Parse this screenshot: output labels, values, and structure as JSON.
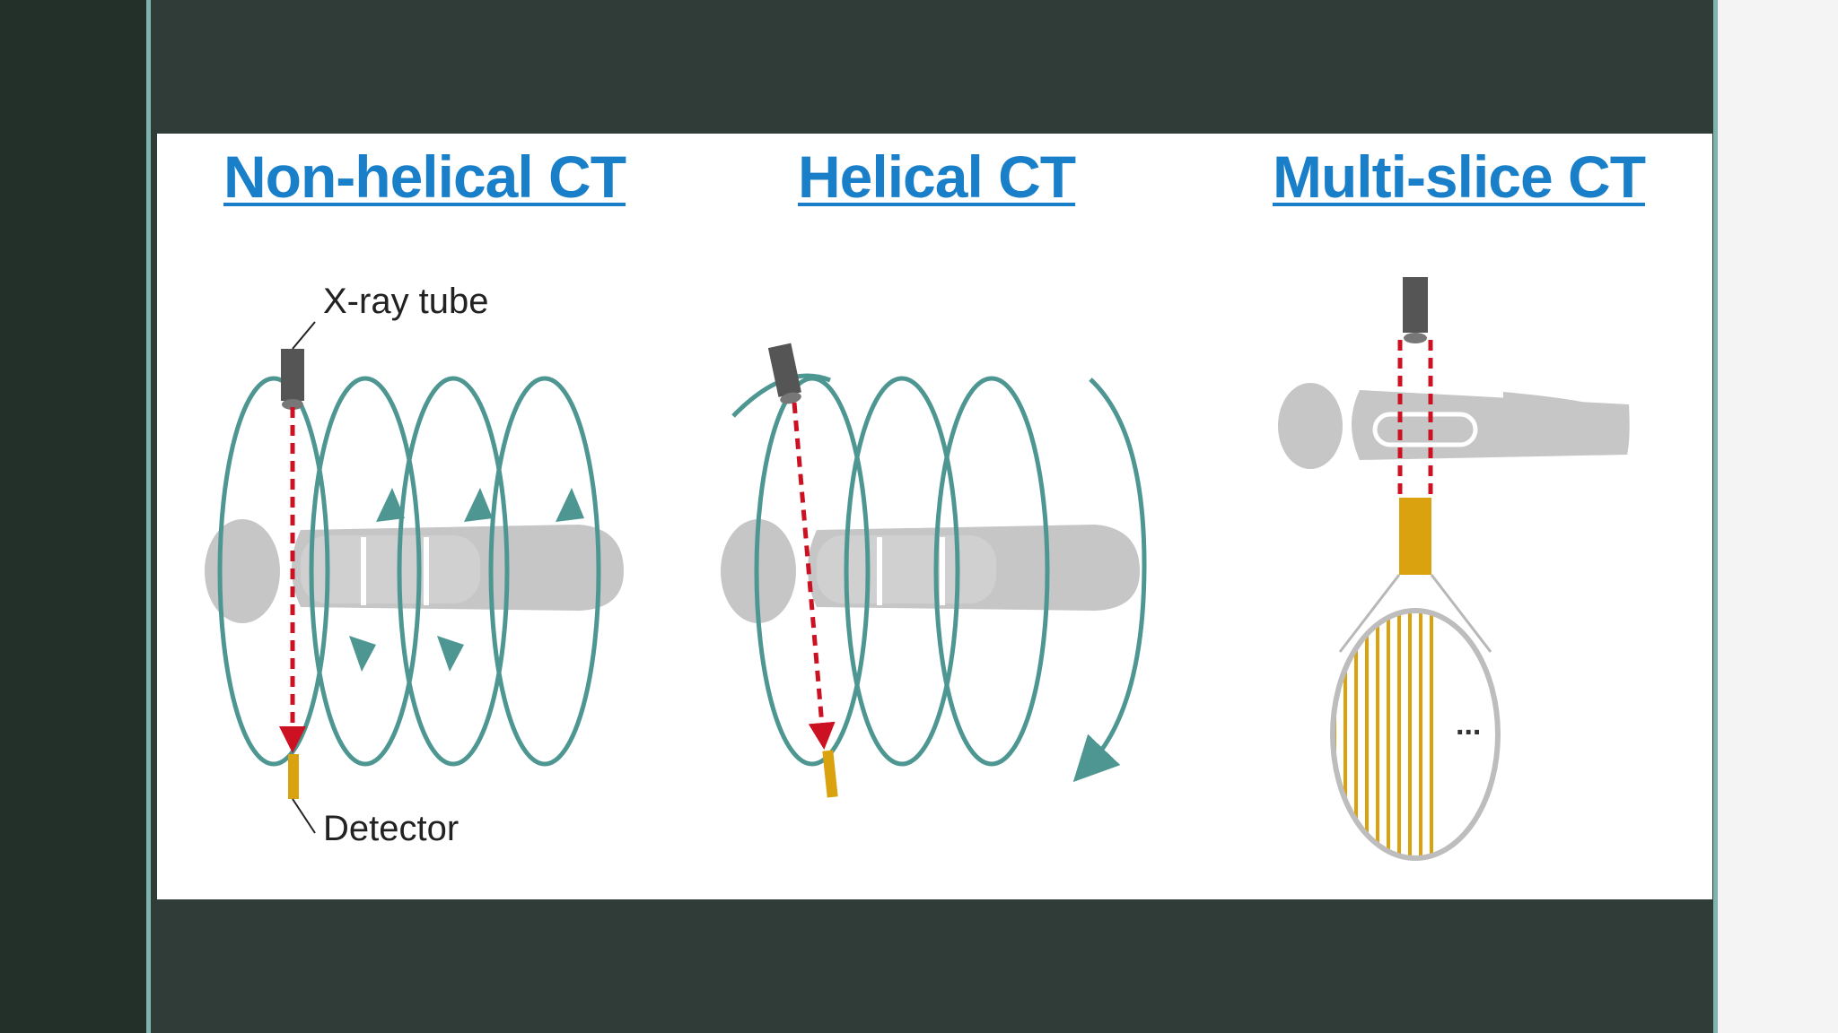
{
  "diagram": {
    "panels": [
      {
        "title": "Non-helical CT"
      },
      {
        "title": "Helical CT"
      },
      {
        "title": "Multi-slice CT"
      }
    ],
    "labels": {
      "xray_tube": "X-ray tube",
      "detector": "Detector",
      "ellipsis": "..."
    },
    "colors": {
      "title": "#1a7fc9",
      "orbit": "#4d9692",
      "body": "#c6c6c6",
      "beam": "#cc1122",
      "detector": "#d9a20e",
      "tube": "#555555"
    },
    "icons": [
      "x-ray-tube-icon",
      "detector-icon",
      "patient-body-icon",
      "rotation-arrow-icon",
      "detector-array-icon"
    ]
  }
}
